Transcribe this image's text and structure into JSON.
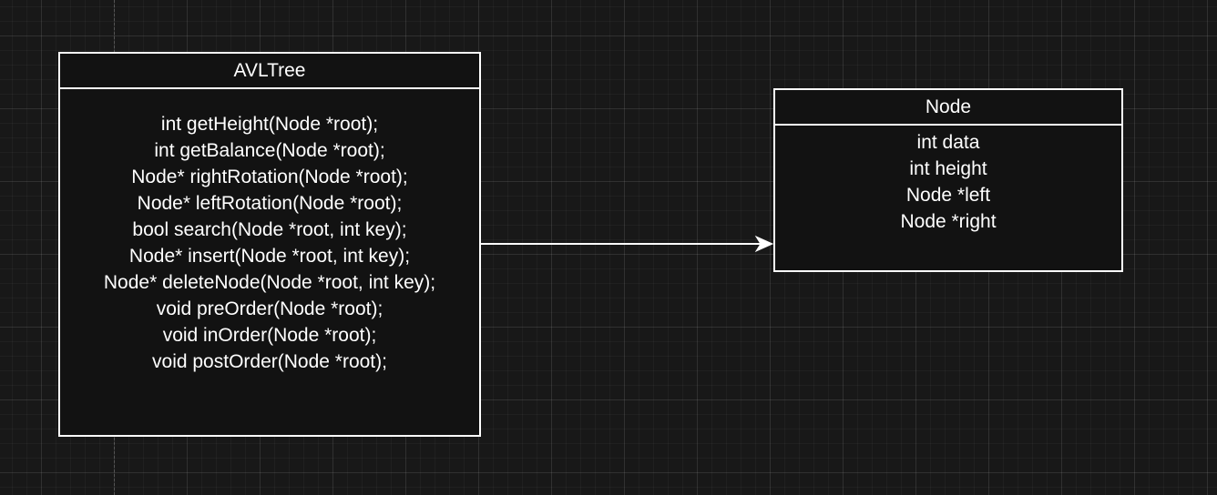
{
  "diagram": {
    "classes": [
      {
        "id": "avl",
        "name": "AVLTree",
        "members": [
          "int getHeight(Node *root);",
          "int getBalance(Node *root);",
          "Node* rightRotation(Node *root);",
          "Node* leftRotation(Node *root);",
          "bool search(Node *root, int key);",
          "Node* insert(Node *root, int key);",
          "Node* deleteNode(Node *root, int key);",
          "void preOrder(Node *root);",
          "void inOrder(Node *root);",
          "void postOrder(Node *root);"
        ]
      },
      {
        "id": "node",
        "name": "Node",
        "members": [
          "int data",
          "int height",
          "Node *left",
          "Node *right"
        ]
      }
    ],
    "edges": [
      {
        "from": "avl",
        "to": "node",
        "arrow": "open-arrow"
      }
    ],
    "colors": {
      "background": "#181818",
      "box_fill": "#121212",
      "stroke": "#ffffff",
      "text": "#ffffff"
    }
  }
}
